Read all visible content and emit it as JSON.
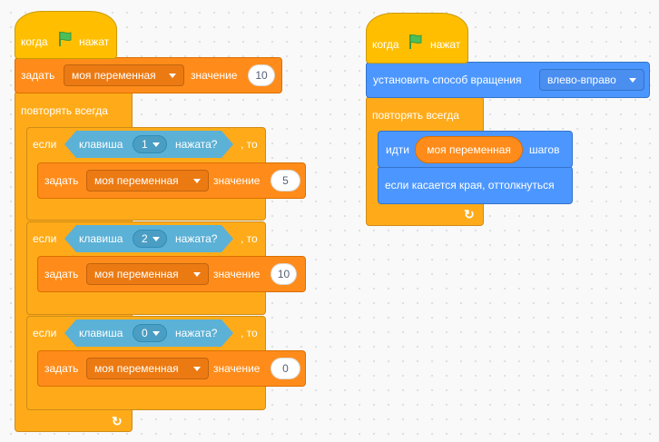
{
  "script1": {
    "when_label": "когда",
    "clicked_label": "нажат",
    "set_var": {
      "set_label": "задать",
      "var_name": "моя переменная",
      "to_label": "значение",
      "value": "10"
    },
    "forever_label": "повторять всегда",
    "ifs": [
      {
        "if_label": "если",
        "key_label": "клавиша",
        "key": "1",
        "pressed_label": "нажата?",
        "then_label": ", то",
        "set_label": "задать",
        "var_name": "моя переменная",
        "to_label": "значение",
        "value": "5"
      },
      {
        "if_label": "если",
        "key_label": "клавиша",
        "key": "2",
        "pressed_label": "нажата?",
        "then_label": ", то",
        "set_label": "задать",
        "var_name": "моя переменная",
        "to_label": "значение",
        "value": "10"
      },
      {
        "if_label": "если",
        "key_label": "клавиша",
        "key": "0",
        "pressed_label": "нажата?",
        "then_label": ", то",
        "set_label": "задать",
        "var_name": "моя переменная",
        "to_label": "значение",
        "value": "0"
      }
    ]
  },
  "script2": {
    "when_label": "когда",
    "clicked_label": "нажат",
    "rotation_label": "установить способ вращения",
    "rotation_value": "влево-вправо",
    "forever_label": "повторять всегда",
    "move_label": "идти",
    "move_var": "моя переменная",
    "steps_label": "шагов",
    "bounce_label": "если касается края, оттолкнуться"
  },
  "icons": {
    "flag": "green-flag-icon",
    "loop": "loop-arrow-icon",
    "caret": "chevron-down-icon"
  }
}
